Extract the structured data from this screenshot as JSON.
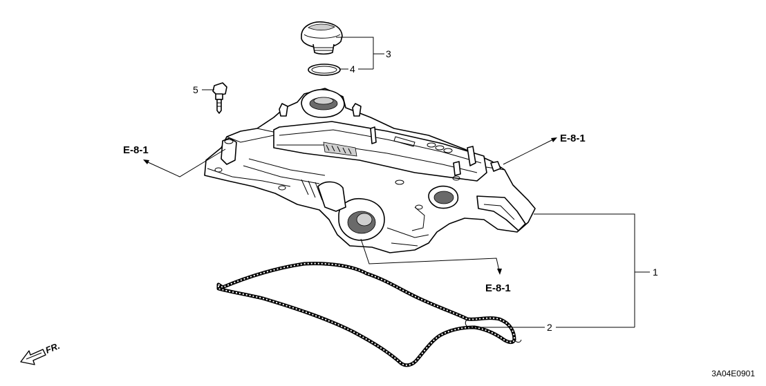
{
  "callouts": {
    "c1": "1",
    "c2": "2",
    "c3": "3",
    "c4": "4",
    "c5": "5"
  },
  "references": {
    "left": "E-8-1",
    "right": "E-8-1",
    "bottom": "E-8-1"
  },
  "front_marker": "FR.",
  "diagram_code": "3A04E0901"
}
